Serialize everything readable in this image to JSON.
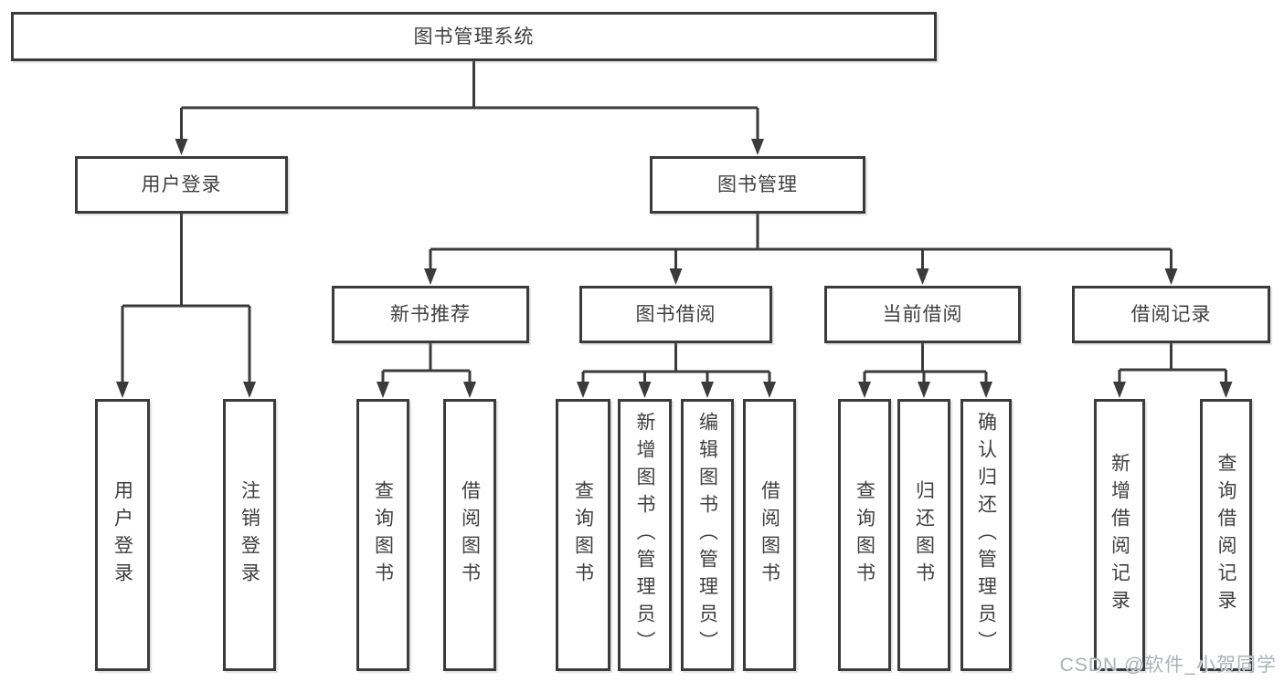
{
  "tree": {
    "label": "图书管理系统",
    "children": [
      {
        "label": "用户登录",
        "children": [
          {
            "label": "用户登录"
          },
          {
            "label": "注销登录"
          }
        ]
      },
      {
        "label": "图书管理",
        "children": [
          {
            "label": "新书推荐",
            "children": [
              {
                "label": "查询图书"
              },
              {
                "label": "借阅图书"
              }
            ]
          },
          {
            "label": "图书借阅",
            "children": [
              {
                "label": "查询图书"
              },
              {
                "label": "新增图书（管理员）"
              },
              {
                "label": "编辑图书（管理员）"
              },
              {
                "label": "借阅图书"
              }
            ]
          },
          {
            "label": "当前借阅",
            "children": [
              {
                "label": "查询图书"
              },
              {
                "label": "归还图书"
              },
              {
                "label": "确认归还（管理员）"
              }
            ]
          },
          {
            "label": "借阅记录",
            "children": [
              {
                "label": "新增借阅记录"
              },
              {
                "label": "查询借阅记录"
              }
            ]
          }
        ]
      }
    ]
  },
  "watermark": "CSDN @软件_小贺同学",
  "colors": {
    "line": "#3b3b3b",
    "text": "#3f3f3f",
    "background": "#ffffff",
    "watermark": "#adb1b5"
  }
}
